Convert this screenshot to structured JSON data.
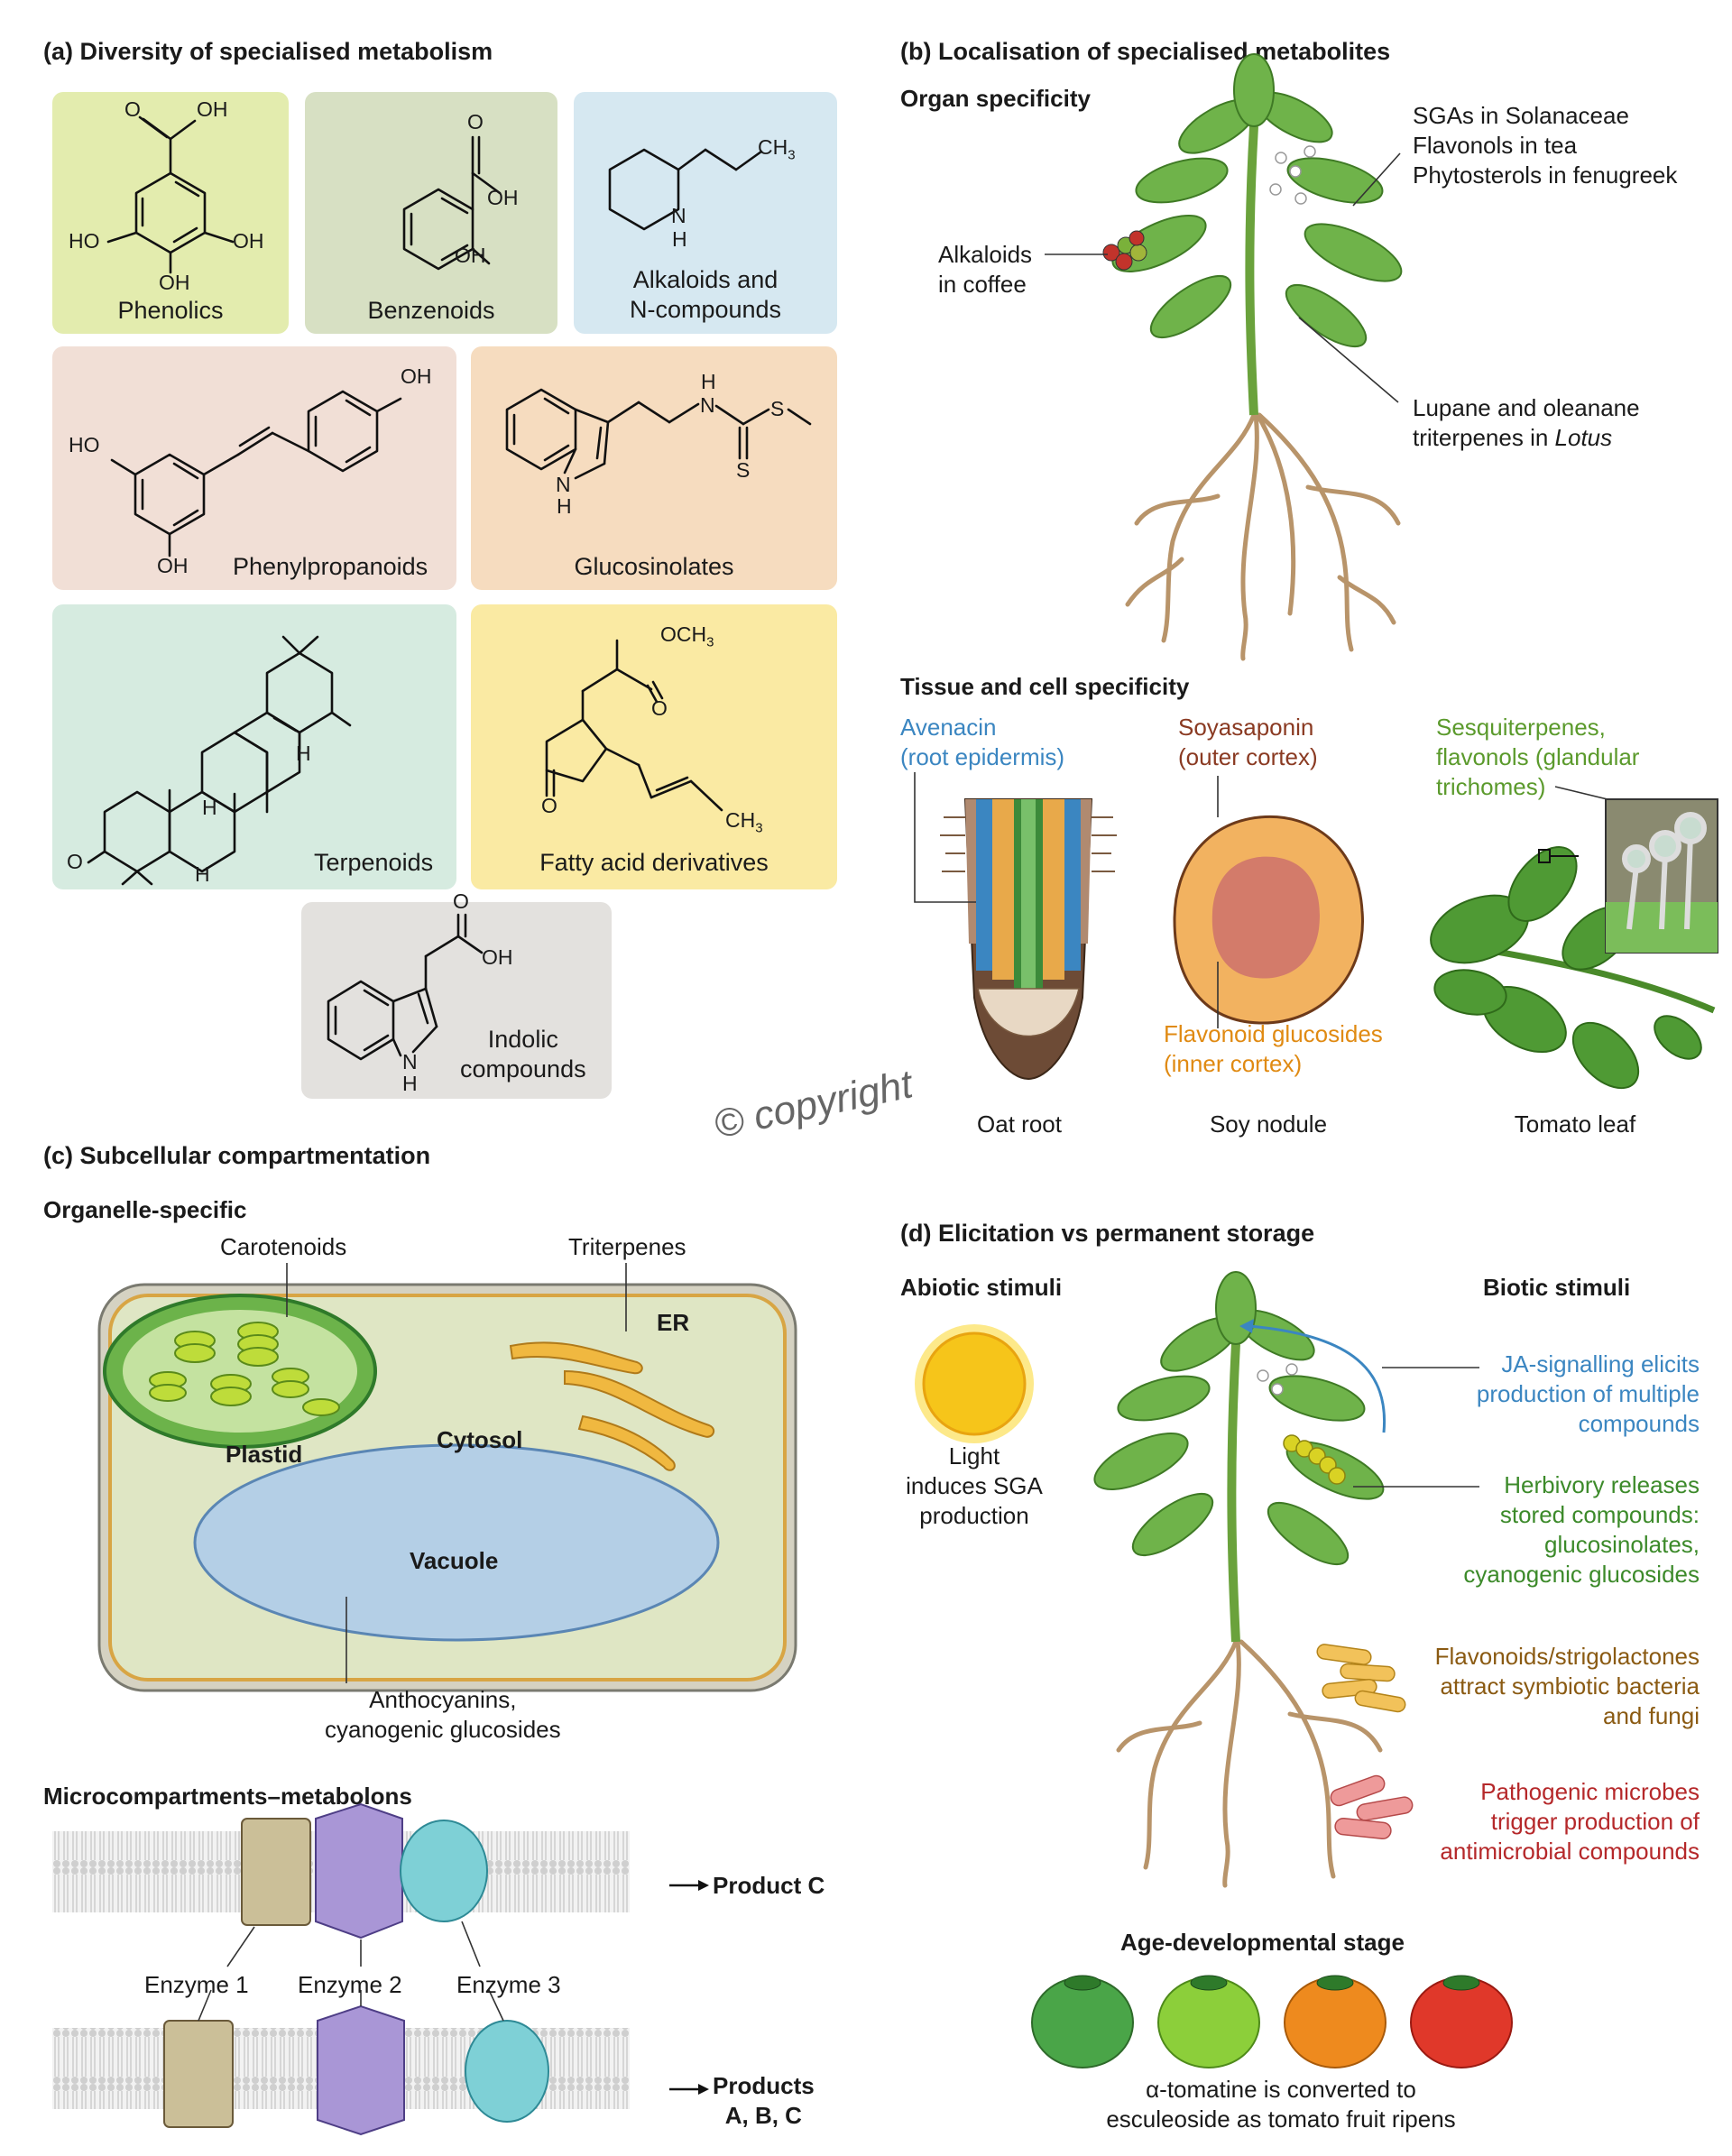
{
  "panel_a": {
    "title": "(a)  Diversity of specialised metabolism",
    "boxes": {
      "phenolics": "Phenolics",
      "benzenoids": "Benzenoids",
      "alkaloids": "Alkaloids and\nN-compounds",
      "phenylpropanoids": "Phenylpropanoids",
      "glucosinolates": "Glucosinolates",
      "terpenoids": "Terpenoids",
      "fatty": "Fatty acid derivatives",
      "indolic": "Indolic\ncompounds"
    },
    "atoms": {
      "o": "O",
      "oh": "OH",
      "ho": "HO",
      "n": "N",
      "h": "H",
      "s": "S",
      "och3": "OCH",
      "ch3": "CH",
      "sub3": "3"
    },
    "colors": {
      "phenolics": "#e3ecae",
      "benzenoids": "#d7e0c3",
      "alkaloids": "#d6e8f1",
      "phenylpropanoids": "#f1dfd6",
      "glucosinolates": "#f6dcbf",
      "terpenoids": "#d6ebe0",
      "fatty": "#faeaa3",
      "indolic": "#e3e1de"
    }
  },
  "panel_b": {
    "title": "(b)  Localisation of specialised metabolites",
    "organ_title": "Organ specificity",
    "sga_lines": "SGAs in Solanaceae\nFlavonols in tea\nPhytosterols in fenugreek",
    "alkaloids_coffee": "Alkaloids\nin coffee",
    "lupane_1": "Lupane and oleanane",
    "lupane_2": "triterpenes in ",
    "lupane_3": "Lotus",
    "tissue_title": "Tissue and cell specificity",
    "avenacin": "Avenacin\n(root epidermis)",
    "soyasaponin": "Soyasaponin\n(outer cortex)",
    "sesqui": "Sesquiterpenes,\nflavonols (glandular\ntrichomes)",
    "flavonoid_gluc": "Flavonoid glucosides\n(inner cortex)",
    "oat_root": "Oat root",
    "soy_nodule": "Soy nodule",
    "tomato_leaf": "Tomato leaf",
    "colors": {
      "blue": "#3b86c1",
      "brown": "#8a3a22",
      "green": "#5b9a2c",
      "orange": "#e08a12"
    }
  },
  "watermark": "© copyright",
  "panel_c": {
    "title": "(c)  Subcellular compartmentation",
    "organelle_title": "Organelle-specific",
    "carotenoids": "Carotenoids",
    "triterpenes": "Triterpenes",
    "er": "ER",
    "plastid": "Plastid",
    "cytosol": "Cytosol",
    "vacuole": "Vacuole",
    "antho": "Anthocyanins,\ncyanogenic glucosides",
    "micro_title": "Microcompartments–metabolons",
    "product_c": "Product C",
    "enzyme1": "Enzyme 1",
    "enzyme2": "Enzyme 2",
    "enzyme3": "Enzyme 3",
    "products_abc": "Products\nA, B, C"
  },
  "panel_d": {
    "title": "(d)  Elicitation vs permanent storage",
    "abiotic": "Abiotic stimuli",
    "biotic": "Biotic stimuli",
    "light": "Light\ninduces SGA\nproduction",
    "ja": "JA-signalling elicits\nproduction of multiple\ncompounds",
    "herbivory": "Herbivory releases\nstored compounds:\nglucosinolates,\ncyanogenic glucosides",
    "flavonoids": "Flavonoids/strigolactones\nattract symbiotic bacteria\nand fungi",
    "pathogenic": "Pathogenic microbes\ntrigger production of\nantimicrobial compounds",
    "age_title": "Age-developmental stage",
    "tomatine": "α-tomatine is converted to\nesculeoside as tomato fruit ripens",
    "colors": {
      "blue": "#3b86c1",
      "green": "#3c8a2a",
      "brown": "#8a5a12",
      "red": "#b5282a"
    }
  }
}
